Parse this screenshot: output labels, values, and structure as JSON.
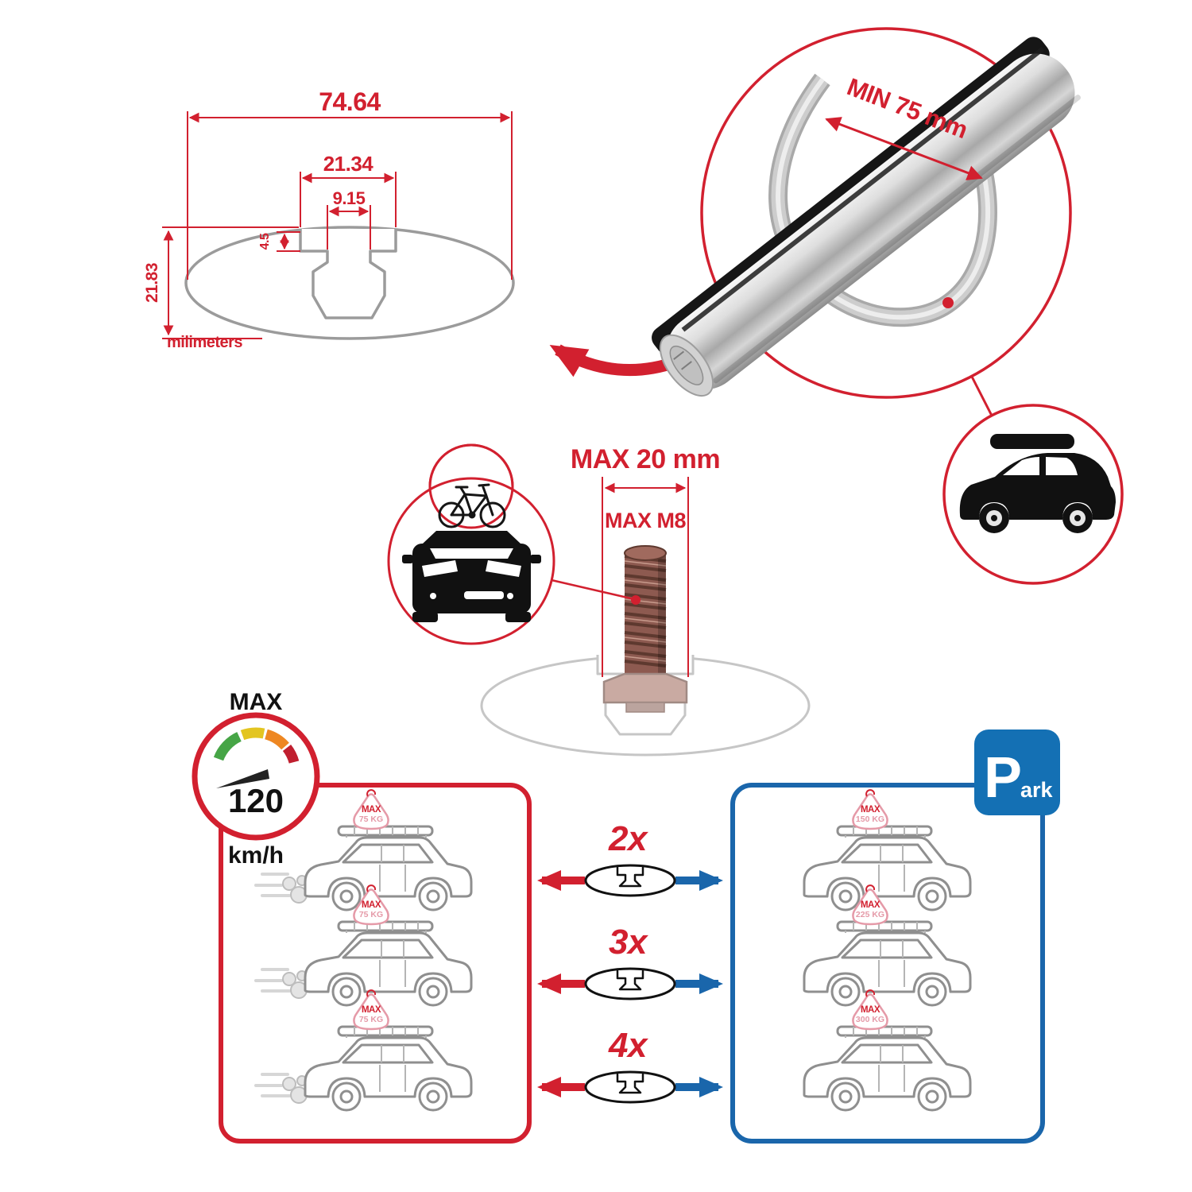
{
  "colors": {
    "red": "#d2202f",
    "blue": "#1a66ab",
    "parking_blue": "#1470b4",
    "pink": "#e59aa8",
    "gray": "#8f8f8f"
  },
  "cross_section": {
    "total_width": "74.64",
    "channel_outer_width": "21.34",
    "channel_inner_width": "9.15",
    "lip_depth": "4.5",
    "total_height": "21.83",
    "units_label": "milimeters"
  },
  "clamp_detail": {
    "min_span_label": "MIN 75 mm"
  },
  "bolt_detail": {
    "max_width_label": "MAX 20 mm",
    "max_thread_label": "MAX M8"
  },
  "speed_limit": {
    "label": "MAX",
    "value": "120",
    "units": "km/h"
  },
  "crossbar_quantities": [
    {
      "label": "2x"
    },
    {
      "label": "3x"
    },
    {
      "label": "4x"
    }
  ],
  "driving_cars": [
    {
      "sign_label": "MAX",
      "load": "75 KG"
    },
    {
      "sign_label": "MAX",
      "load": "75 KG"
    },
    {
      "sign_label": "MAX",
      "load": "75 KG"
    }
  ],
  "parked_cars": [
    {
      "sign_label": "MAX",
      "load": "150 KG"
    },
    {
      "sign_label": "MAX",
      "load": "225 KG"
    },
    {
      "sign_label": "MAX",
      "load": "300 KG"
    }
  ],
  "parking_sign": {
    "letter": "P",
    "suffix": "ark"
  }
}
